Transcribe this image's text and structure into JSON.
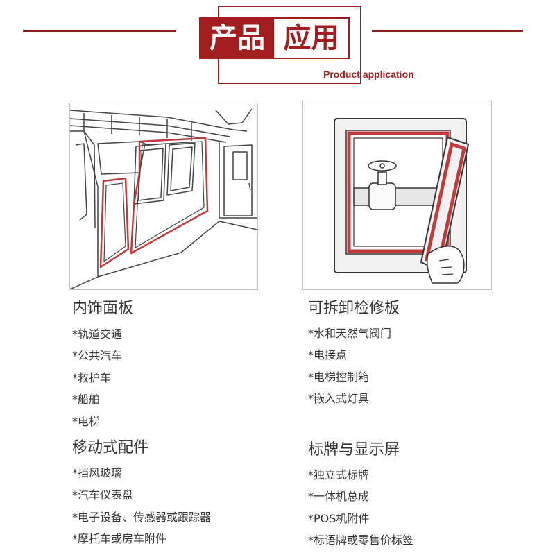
{
  "header": {
    "title_part1": "产品",
    "title_part2": "应用",
    "subtitle": "Product application"
  },
  "colors": {
    "accent": "#a21d1d",
    "text": "#333333"
  },
  "sections": {
    "interior": {
      "title": "内饰面板",
      "items": [
        "*轨道交通",
        "*公共汽车",
        "*救护车",
        "*船舶",
        "*电梯"
      ]
    },
    "panel": {
      "title": "可拆卸检修板",
      "items": [
        "*水和天然气阀门",
        "*电接点",
        "*电梯控制箱",
        "*嵌入式灯具"
      ]
    },
    "mobile": {
      "title": "移动式配件",
      "items": [
        "*挡风玻璃",
        "*汽车仪表盘",
        "*电子设备、传感器或跟踪器",
        "*摩托车或房车附件"
      ]
    },
    "signage": {
      "title": "标牌与显示屏",
      "items": [
        "*独立式标牌",
        "*一体机总成",
        "*POS机附件",
        "*标语牌或零售价标签"
      ]
    }
  }
}
